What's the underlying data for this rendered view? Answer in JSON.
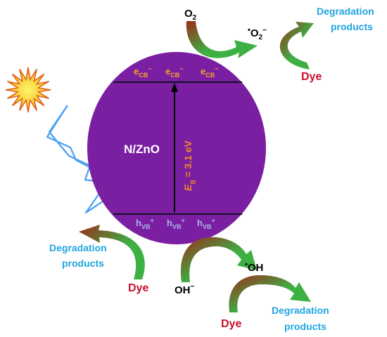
{
  "particle_label": "N/ZnO",
  "band_gap": {
    "symbol": "E",
    "subscript": "g",
    "value": " = 3.1 eV"
  },
  "electron": {
    "base": "e",
    "sub": "CB",
    "sup": "−"
  },
  "hole": {
    "base": "h",
    "sub": "VB",
    "sup": "+"
  },
  "species": {
    "o2": {
      "base": "O",
      "sub": "2"
    },
    "superoxide": {
      "dot": "•",
      "base": "O",
      "sub": "2",
      "sup": "−"
    },
    "hydroxyl_radical": {
      "dot": "•",
      "base": "OH"
    },
    "hydroxide": {
      "base": "OH",
      "sup": "−"
    }
  },
  "dye": "Dye",
  "products_line1": "Degradation",
  "products_line2": "products",
  "colors": {
    "particle": "#7a1fa2",
    "band_line": "#1a1030",
    "electron_text": "#f5a623",
    "hole_text": "#a6b8e8",
    "band_gap_text": "#f08a24",
    "dye_text": "#c8102e",
    "products_text": "#1fa5e0",
    "arrow_green": "#3cb043",
    "arrow_red": "#9e2a1c",
    "sun_outer": "#f39c12",
    "sun_inner": "#f7e03c",
    "lightning": "#4a9ff5"
  },
  "icons": [
    "sun-icon",
    "lightning-bolt-icon"
  ]
}
